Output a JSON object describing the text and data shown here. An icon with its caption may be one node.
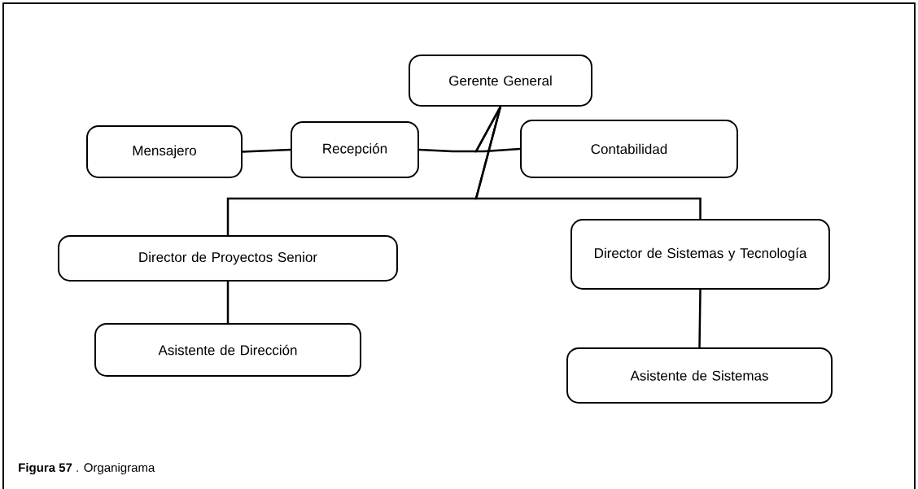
{
  "diagram": {
    "caption": "**Figura 57** . Organigrama",
    "nodes": [
      {
        "text": [
          "Gerente General"
        ]
      },
      {
        "text": [
          "Mensajero"
        ]
      },
      {
        "text": [
          "Recepción"
        ]
      },
      {
        "text": [
          "Contabilidad"
        ]
      },
      {
        "text": [
          "Director de Proyectos Senior"
        ]
      },
      {
        "text": [
          "Director de Sistemas y Tecnología"
        ]
      },
      {
        "text": [
          "Asistente de Dirección"
        ]
      },
      {
        "text": [
          "Asistente de Sistemas"
        ]
      }
    ],
    "edges": [
      {
        "from": 0,
        "to": 2,
        "arrow": "none"
      },
      {
        "from": 0,
        "to": 3,
        "arrow": "none"
      },
      {
        "from": 1,
        "to": 2,
        "arrow": "none"
      },
      {
        "from": 0,
        "to": 4,
        "arrow": "none"
      },
      {
        "from": 0,
        "to": 5,
        "arrow": "none"
      },
      {
        "from": 4,
        "to": 6,
        "arrow": "none"
      },
      {
        "from": 5,
        "to": 7,
        "arrow": "none"
      }
    ]
  }
}
